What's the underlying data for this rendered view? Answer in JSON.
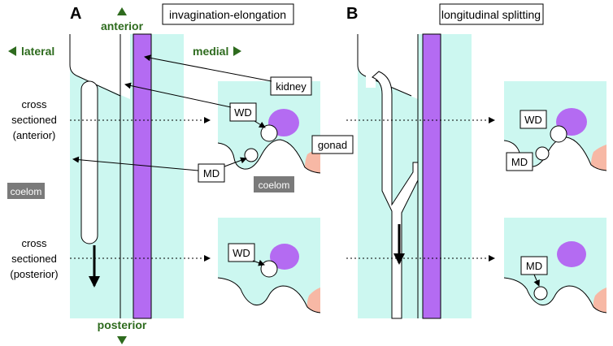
{
  "panels": {
    "a": {
      "letter": "A",
      "title": "invagination-elongation"
    },
    "b": {
      "letter": "B",
      "title": "longitudinal splitting"
    }
  },
  "directions": {
    "anterior": "anterior",
    "posterior": "posterior",
    "lateral": "lateral",
    "medial": "medial"
  },
  "row_labels": {
    "anterior": [
      "cross",
      "sectioned",
      "(anterior)"
    ],
    "posterior": [
      "cross",
      "sectioned",
      "(posterior)"
    ]
  },
  "labels": {
    "kidney": "kidney",
    "wd": "WD",
    "md": "MD",
    "gonad": "gonad",
    "coelom": "coelom"
  },
  "colors": {
    "tissue": "#ccf7f0",
    "kidney": "#b46bf2",
    "gonad": "#f7b8a5",
    "coelom_box": "#7a7a7a",
    "direction_text": "#2e6b1e"
  }
}
